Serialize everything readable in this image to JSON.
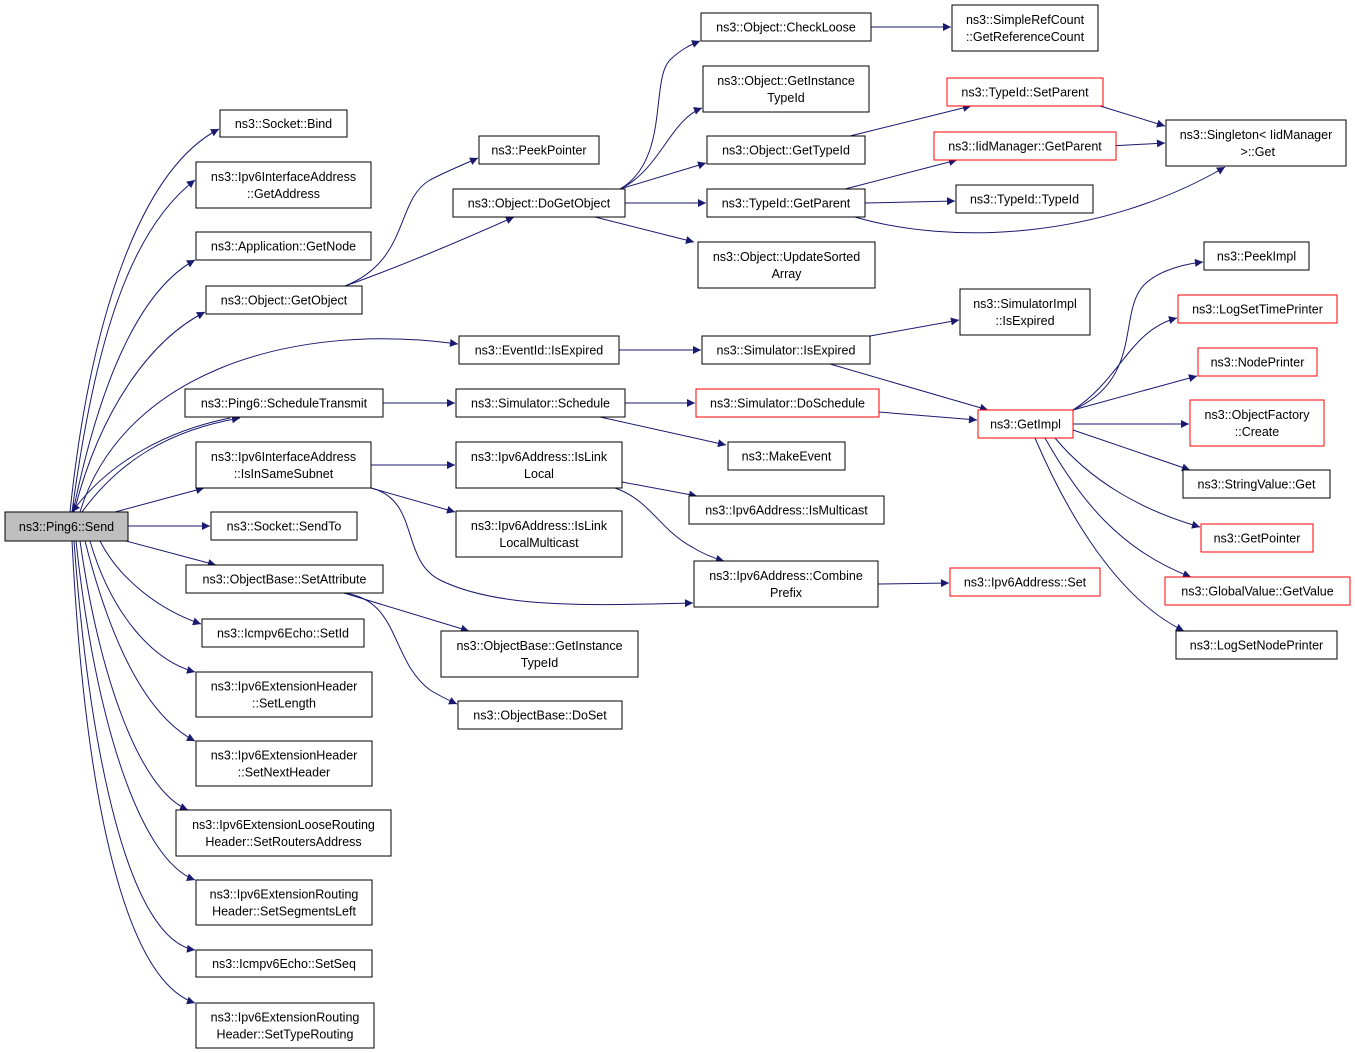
{
  "diagram": {
    "title": "",
    "colors": {
      "edge": "#191970",
      "node_border": "#000000",
      "node_border_truncated": "#ff0000",
      "root_fill": "#bfbfbf",
      "node_fill": "#ffffff",
      "text": "#000000"
    },
    "nodes": [
      {
        "id": "n0",
        "lines": [
          "ns3::Ping6::Send"
        ],
        "style": "root"
      },
      {
        "id": "n1",
        "lines": [
          "ns3::Socket::Bind"
        ],
        "style": "normal"
      },
      {
        "id": "n2",
        "lines": [
          "ns3::Ipv6InterfaceAddress",
          "::GetAddress"
        ],
        "style": "normal"
      },
      {
        "id": "n3",
        "lines": [
          "ns3::Application::GetNode"
        ],
        "style": "normal"
      },
      {
        "id": "n4",
        "lines": [
          "ns3::Object::GetObject"
        ],
        "style": "normal"
      },
      {
        "id": "n5",
        "lines": [
          "ns3::Ping6::ScheduleTransmit"
        ],
        "style": "normal"
      },
      {
        "id": "n6",
        "lines": [
          "ns3::Ipv6InterfaceAddress",
          "::IsInSameSubnet"
        ],
        "style": "normal"
      },
      {
        "id": "n7",
        "lines": [
          "ns3::Socket::SendTo"
        ],
        "style": "normal"
      },
      {
        "id": "n8",
        "lines": [
          "ns3::ObjectBase::SetAttribute"
        ],
        "style": "normal"
      },
      {
        "id": "n9",
        "lines": [
          "ns3::Icmpv6Echo::SetId"
        ],
        "style": "normal"
      },
      {
        "id": "n10",
        "lines": [
          "ns3::Ipv6ExtensionHeader",
          "::SetLength"
        ],
        "style": "normal"
      },
      {
        "id": "n11",
        "lines": [
          "ns3::Ipv6ExtensionHeader",
          "::SetNextHeader"
        ],
        "style": "normal"
      },
      {
        "id": "n12",
        "lines": [
          "ns3::Ipv6ExtensionLooseRouting",
          "Header::SetRoutersAddress"
        ],
        "style": "normal"
      },
      {
        "id": "n13",
        "lines": [
          "ns3::Ipv6ExtensionRouting",
          "Header::SetSegmentsLeft"
        ],
        "style": "normal"
      },
      {
        "id": "n14",
        "lines": [
          "ns3::Icmpv6Echo::SetSeq"
        ],
        "style": "normal"
      },
      {
        "id": "n15",
        "lines": [
          "ns3::Ipv6ExtensionRouting",
          "Header::SetTypeRouting"
        ],
        "style": "normal"
      },
      {
        "id": "n16",
        "lines": [
          "ns3::PeekPointer"
        ],
        "style": "normal"
      },
      {
        "id": "n17",
        "lines": [
          "ns3::Object::DoGetObject"
        ],
        "style": "normal"
      },
      {
        "id": "n18",
        "lines": [
          "ns3::EventId::IsExpired"
        ],
        "style": "normal"
      },
      {
        "id": "n19",
        "lines": [
          "ns3::Simulator::Schedule"
        ],
        "style": "normal"
      },
      {
        "id": "n20",
        "lines": [
          "ns3::Ipv6Address::IsLink",
          "Local"
        ],
        "style": "normal"
      },
      {
        "id": "n21",
        "lines": [
          "ns3::Ipv6Address::IsLink",
          "LocalMulticast"
        ],
        "style": "normal"
      },
      {
        "id": "n22",
        "lines": [
          "ns3::ObjectBase::GetInstance",
          "TypeId"
        ],
        "style": "normal"
      },
      {
        "id": "n23",
        "lines": [
          "ns3::ObjectBase::DoSet"
        ],
        "style": "normal"
      },
      {
        "id": "n24",
        "lines": [
          "ns3::Object::CheckLoose"
        ],
        "style": "normal"
      },
      {
        "id": "n25",
        "lines": [
          "ns3::Object::GetInstance",
          "TypeId"
        ],
        "style": "normal"
      },
      {
        "id": "n26",
        "lines": [
          "ns3::Object::GetTypeId"
        ],
        "style": "normal"
      },
      {
        "id": "n27",
        "lines": [
          "ns3::TypeId::GetParent"
        ],
        "style": "normal"
      },
      {
        "id": "n28",
        "lines": [
          "ns3::Object::UpdateSorted",
          "Array"
        ],
        "style": "normal"
      },
      {
        "id": "n29",
        "lines": [
          "ns3::Simulator::IsExpired"
        ],
        "style": "normal"
      },
      {
        "id": "n30",
        "lines": [
          "ns3::Simulator::DoSchedule"
        ],
        "style": "truncated"
      },
      {
        "id": "n31",
        "lines": [
          "ns3::MakeEvent"
        ],
        "style": "normal"
      },
      {
        "id": "n32",
        "lines": [
          "ns3::Ipv6Address::IsMulticast"
        ],
        "style": "normal"
      },
      {
        "id": "n33",
        "lines": [
          "ns3::Ipv6Address::Combine",
          "Prefix"
        ],
        "style": "normal"
      },
      {
        "id": "n34",
        "lines": [
          "ns3::SimpleRefCount",
          "::GetReferenceCount"
        ],
        "style": "normal"
      },
      {
        "id": "n35",
        "lines": [
          "ns3::TypeId::SetParent"
        ],
        "style": "truncated"
      },
      {
        "id": "n36",
        "lines": [
          "ns3::IidManager::GetParent"
        ],
        "style": "truncated"
      },
      {
        "id": "n37",
        "lines": [
          "ns3::TypeId::TypeId"
        ],
        "style": "normal"
      },
      {
        "id": "n38",
        "lines": [
          "ns3::SimulatorImpl",
          "::IsExpired"
        ],
        "style": "normal"
      },
      {
        "id": "n39",
        "lines": [
          "ns3::GetImpl"
        ],
        "style": "truncated"
      },
      {
        "id": "n40",
        "lines": [
          "ns3::Ipv6Address::Set"
        ],
        "style": "truncated"
      },
      {
        "id": "n41",
        "lines": [
          "ns3::Singleton< IidManager",
          " >::Get"
        ],
        "style": "normal"
      },
      {
        "id": "n42",
        "lines": [
          "ns3::PeekImpl"
        ],
        "style": "normal"
      },
      {
        "id": "n43",
        "lines": [
          "ns3::LogSetTimePrinter"
        ],
        "style": "truncated"
      },
      {
        "id": "n44",
        "lines": [
          "ns3::NodePrinter"
        ],
        "style": "truncated"
      },
      {
        "id": "n45",
        "lines": [
          "ns3::ObjectFactory",
          "::Create"
        ],
        "style": "truncated"
      },
      {
        "id": "n46",
        "lines": [
          "ns3::StringValue::Get"
        ],
        "style": "normal"
      },
      {
        "id": "n47",
        "lines": [
          "ns3::GetPointer"
        ],
        "style": "truncated"
      },
      {
        "id": "n48",
        "lines": [
          "ns3::GlobalValue::GetValue"
        ],
        "style": "truncated"
      },
      {
        "id": "n49",
        "lines": [
          "ns3::LogSetNodePrinter"
        ],
        "style": "normal"
      }
    ],
    "edges": [
      [
        "n0",
        "n1"
      ],
      [
        "n0",
        "n2"
      ],
      [
        "n0",
        "n3"
      ],
      [
        "n0",
        "n4"
      ],
      [
        "n0",
        "n18"
      ],
      [
        "n0",
        "n5"
      ],
      [
        "n0",
        "n6"
      ],
      [
        "n0",
        "n7"
      ],
      [
        "n0",
        "n8"
      ],
      [
        "n0",
        "n9"
      ],
      [
        "n0",
        "n10"
      ],
      [
        "n0",
        "n11"
      ],
      [
        "n0",
        "n12"
      ],
      [
        "n0",
        "n13"
      ],
      [
        "n0",
        "n14"
      ],
      [
        "n0",
        "n15"
      ],
      [
        "n4",
        "n16"
      ],
      [
        "n4",
        "n17"
      ],
      [
        "n5",
        "n19"
      ],
      [
        "n5",
        "n0"
      ],
      [
        "n6",
        "n20"
      ],
      [
        "n6",
        "n21"
      ],
      [
        "n6",
        "n33"
      ],
      [
        "n8",
        "n22"
      ],
      [
        "n8",
        "n23"
      ],
      [
        "n17",
        "n24"
      ],
      [
        "n17",
        "n25"
      ],
      [
        "n17",
        "n26"
      ],
      [
        "n17",
        "n27"
      ],
      [
        "n17",
        "n28"
      ],
      [
        "n18",
        "n29"
      ],
      [
        "n19",
        "n30"
      ],
      [
        "n19",
        "n31"
      ],
      [
        "n20",
        "n32"
      ],
      [
        "n20",
        "n33"
      ],
      [
        "n24",
        "n34"
      ],
      [
        "n26",
        "n35"
      ],
      [
        "n27",
        "n36"
      ],
      [
        "n27",
        "n37"
      ],
      [
        "n27",
        "n41"
      ],
      [
        "n29",
        "n38"
      ],
      [
        "n29",
        "n39"
      ],
      [
        "n30",
        "n39"
      ],
      [
        "n33",
        "n40"
      ],
      [
        "n35",
        "n41"
      ],
      [
        "n36",
        "n41"
      ],
      [
        "n39",
        "n42"
      ],
      [
        "n39",
        "n43"
      ],
      [
        "n39",
        "n44"
      ],
      [
        "n39",
        "n45"
      ],
      [
        "n39",
        "n46"
      ],
      [
        "n39",
        "n47"
      ],
      [
        "n39",
        "n48"
      ],
      [
        "n39",
        "n49"
      ]
    ]
  }
}
